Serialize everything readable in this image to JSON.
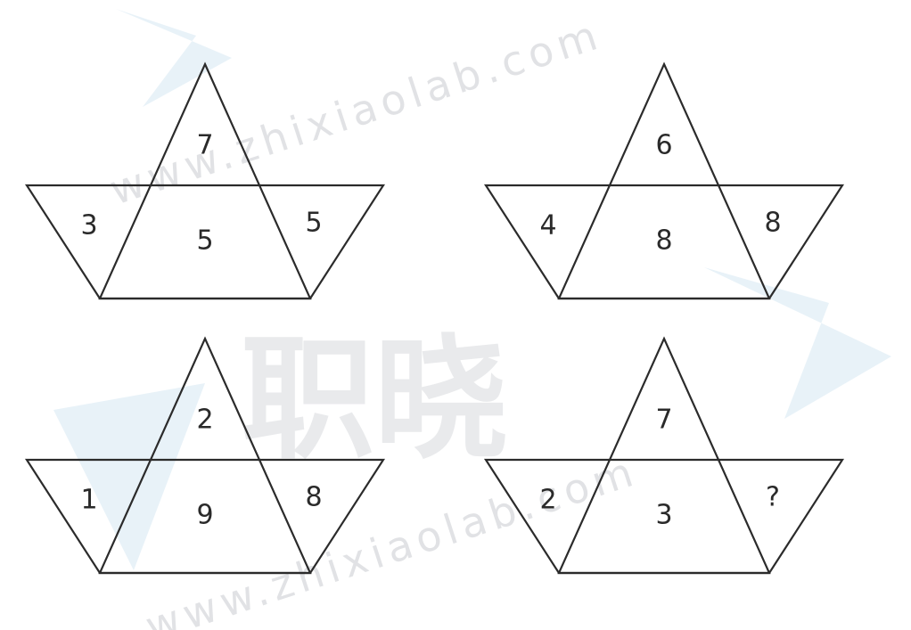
{
  "puzzle": {
    "figures": [
      {
        "top": "7",
        "left": "3",
        "center": "5",
        "right": "5"
      },
      {
        "top": "6",
        "left": "4",
        "center": "8",
        "right": "8"
      },
      {
        "top": "2",
        "left": "1",
        "center": "9",
        "right": "8"
      },
      {
        "top": "7",
        "left": "2",
        "center": "3",
        "right": "?"
      }
    ]
  },
  "watermark": {
    "cjk": "职晓",
    "url": "www.zhixiaolab.com"
  },
  "colors": {
    "line": "#2b2b2b",
    "text": "#2a2a2a",
    "watermark_blue": "#d6e8f3",
    "watermark_gray": "#c9ccd0"
  }
}
